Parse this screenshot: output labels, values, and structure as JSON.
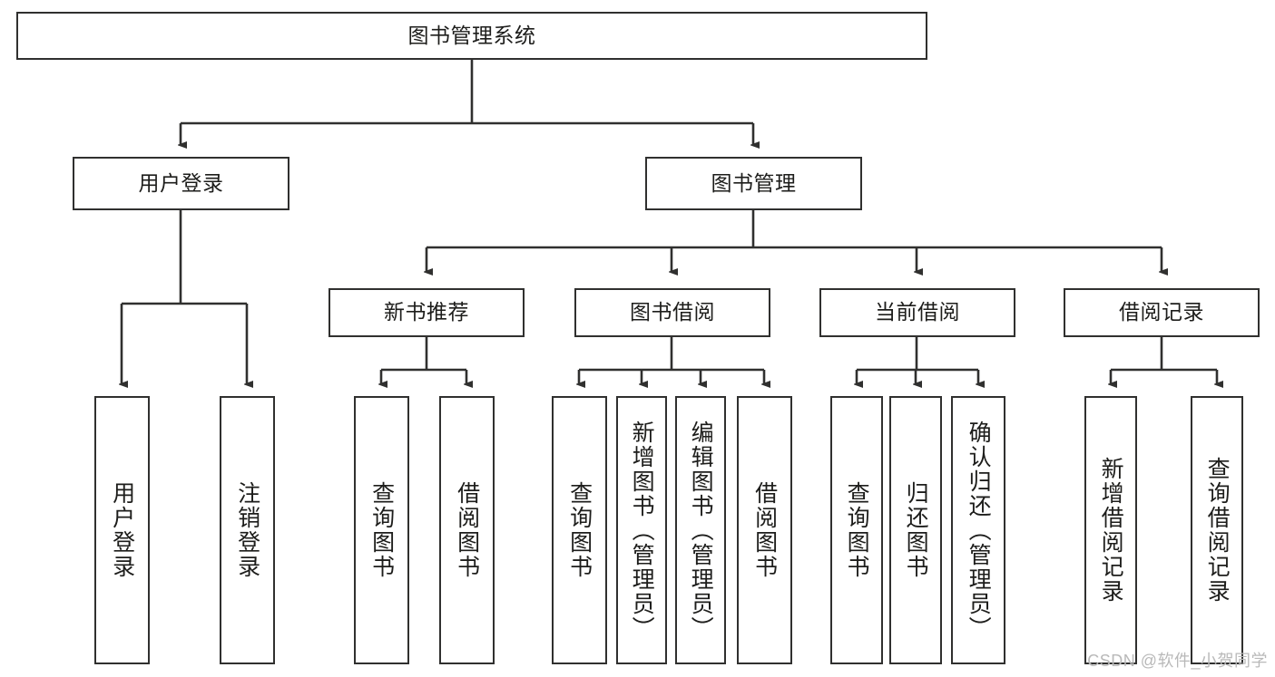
{
  "diagram": {
    "title": "图书管理系统",
    "type": "hierarchy-tree",
    "root": {
      "label": "图书管理系统"
    },
    "level2": [
      {
        "label": "用户登录"
      },
      {
        "label": "图书管理"
      }
    ],
    "level3": [
      {
        "label": "新书推荐"
      },
      {
        "label": "图书借阅"
      },
      {
        "label": "当前借阅"
      },
      {
        "label": "借阅记录"
      }
    ],
    "leaves": {
      "user_login": [
        {
          "label": "用户登录"
        },
        {
          "label": "注销登录"
        }
      ],
      "new_book_recommend": [
        {
          "label": "查询图书"
        },
        {
          "label": "借阅图书"
        }
      ],
      "book_borrow": [
        {
          "label": "查询图书"
        },
        {
          "label": "新增图书（管理员）"
        },
        {
          "label": "编辑图书（管理员）"
        },
        {
          "label": "借阅图书"
        }
      ],
      "current_borrow": [
        {
          "label": "查询图书"
        },
        {
          "label": "归还图书"
        },
        {
          "label": "确认归还（管理员）"
        }
      ],
      "borrow_record": [
        {
          "label": "新增借阅记录"
        },
        {
          "label": "查询借阅记录"
        }
      ]
    }
  },
  "watermark": {
    "text": "CSDN @软件_小贺同学"
  },
  "colors": {
    "stroke": "#30302f",
    "background": "#ffffff",
    "text": "#1d1d1b",
    "watermark": "#b9b9b9"
  }
}
